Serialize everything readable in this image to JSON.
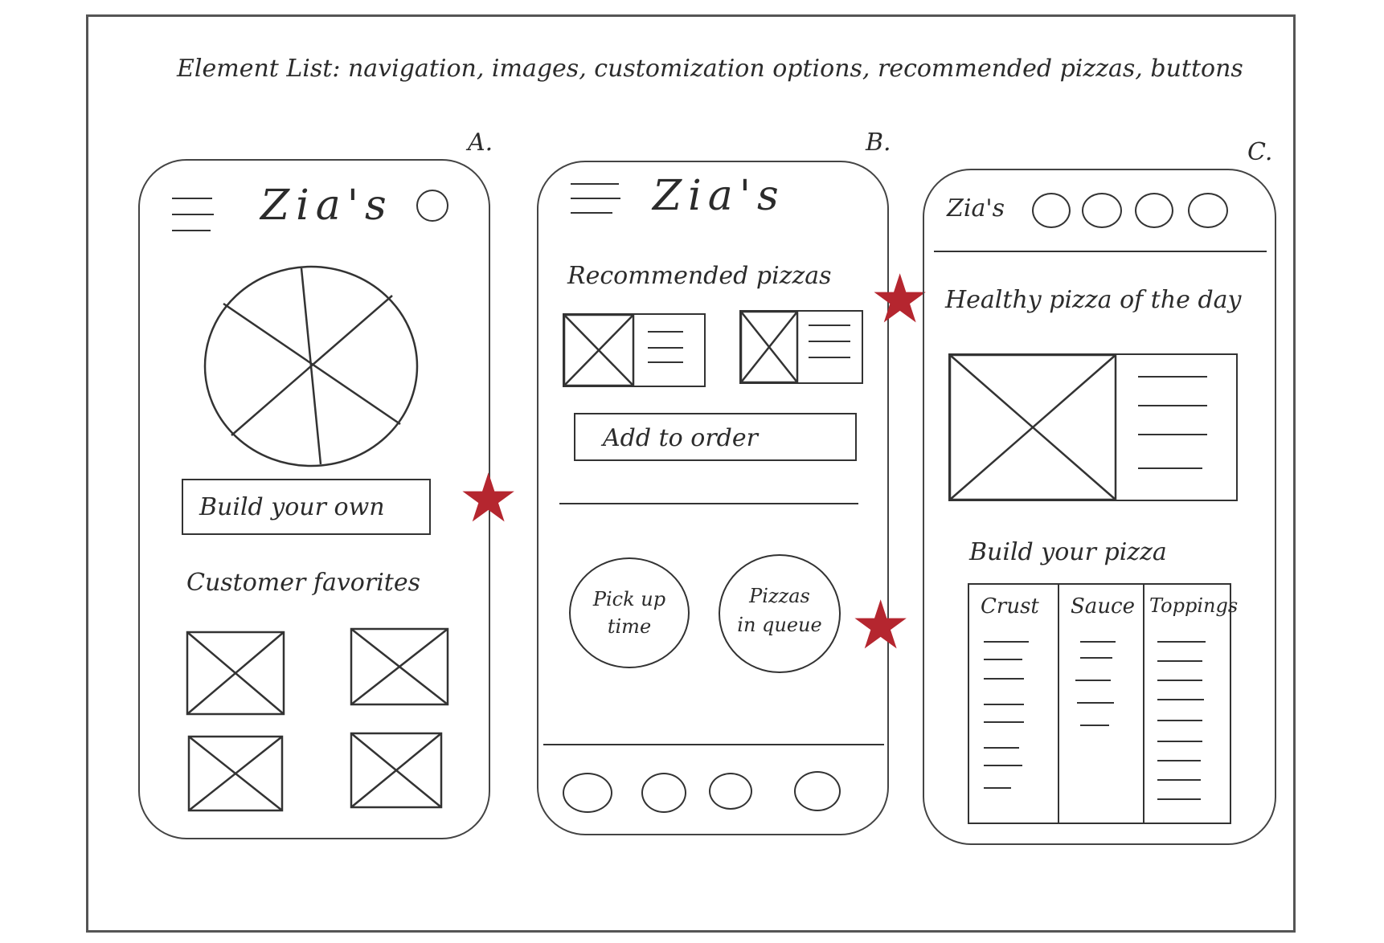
{
  "element_list": "Element List: navigation, images, customization options, recommended pizzas, buttons",
  "screens": {
    "a": {
      "letter": "A.",
      "brand": "Zia's",
      "build_button": "Build your own",
      "favorites_title": "Customer favorites"
    },
    "b": {
      "letter": "B.",
      "brand": "Zia's",
      "recommended_title": "Recommended pizzas",
      "add_button": "Add to order",
      "pickup_line1": "Pick up",
      "pickup_line2": "time",
      "queue_line1": "Pizzas",
      "queue_line2": "in queue"
    },
    "c": {
      "letter": "C.",
      "brand": "Zia's",
      "healthy_title": "Healthy pizza of the day",
      "build_title": "Build your pizza",
      "columns": [
        "Crust",
        "Sauce",
        "Toppings"
      ]
    }
  },
  "star_color": "#b5262f"
}
